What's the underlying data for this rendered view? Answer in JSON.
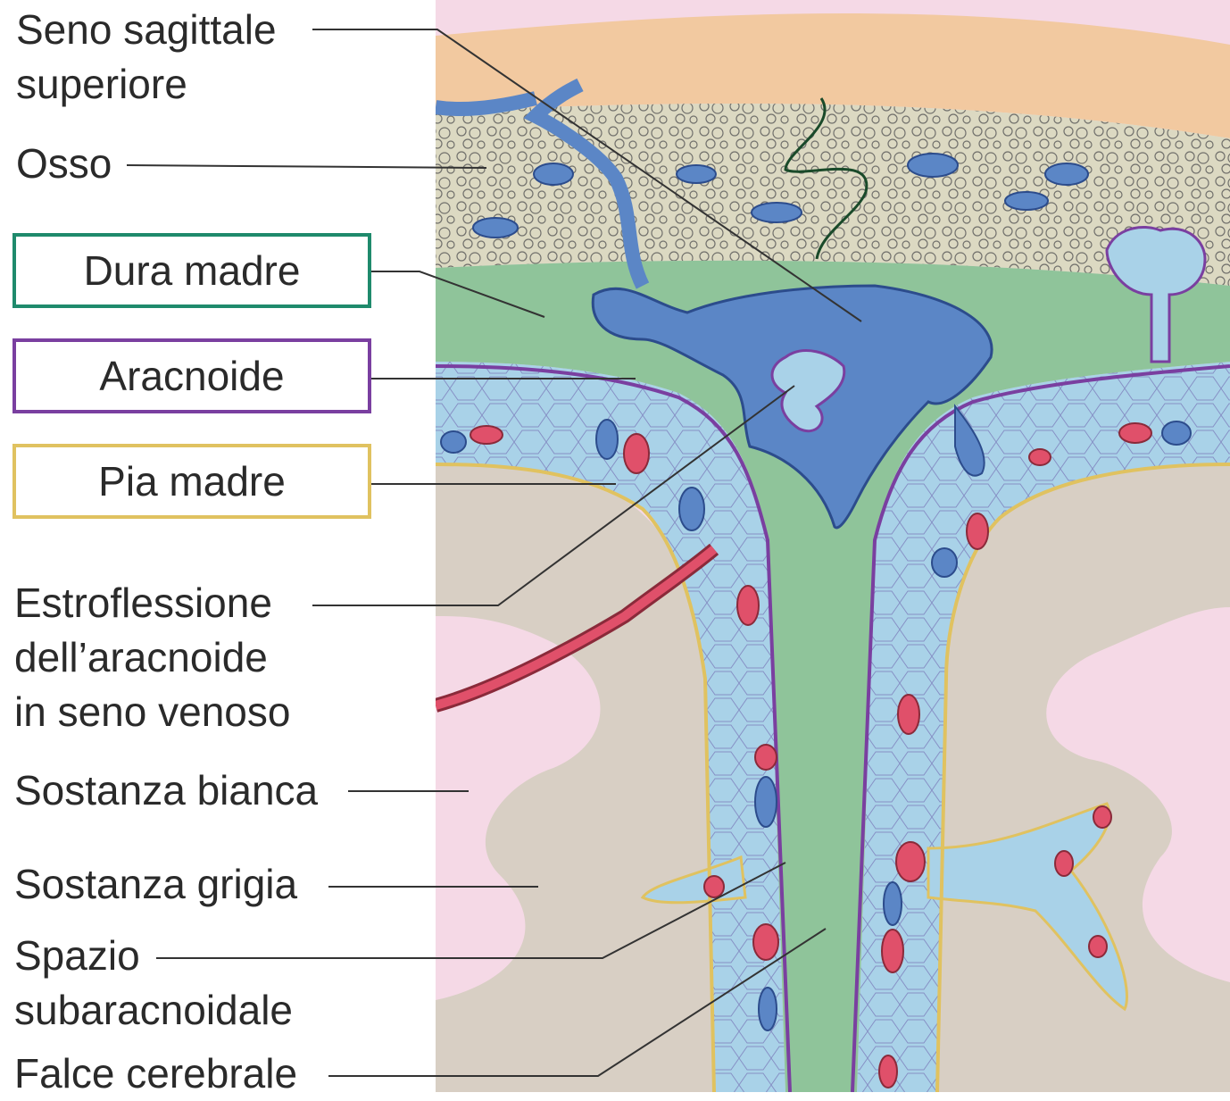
{
  "labels": {
    "seno_sagittale": "Seno sagittale\nsuperiore",
    "osso": "Osso",
    "dura_madre": "Dura madre",
    "aracnoide": "Aracnoide",
    "pia_madre": "Pia madre",
    "estroflessione": "Estroflessione\ndell’aracnoide\nin seno venoso",
    "sostanza_bianca": "Sostanza bianca",
    "sostanza_grigia": "Sostanza grigia",
    "spazio": "Spazio\nsubaracnoidale",
    "falce": "Falce cerebrale"
  },
  "colors": {
    "scalp": "#f2c9a0",
    "bone": "#dcd9c2",
    "dura": "#8fc49a",
    "vein": "#5b86c6",
    "subarachnoid": "#a9d2e8",
    "arachnoid_line": "#7a3fa0",
    "pia_line": "#e0c260",
    "artery": "#e0506a",
    "gray_matter": "#d8cfc4",
    "white_matter": "#f5d9e6",
    "leader": "#333333"
  }
}
